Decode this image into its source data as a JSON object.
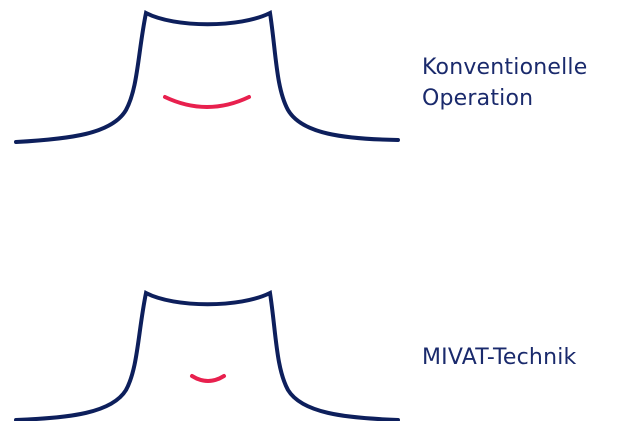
{
  "colors": {
    "outline": "#0d1f5c",
    "incision": "#e8204e",
    "text": "#1a2a6c",
    "background": "#ffffff"
  },
  "panels": [
    {
      "id": "conventional",
      "label_lines": [
        "Konventionelle",
        "Operation"
      ],
      "incision": "long"
    },
    {
      "id": "mivat",
      "label_lines": [
        "MIVAT-Technik"
      ],
      "incision": "short"
    }
  ]
}
